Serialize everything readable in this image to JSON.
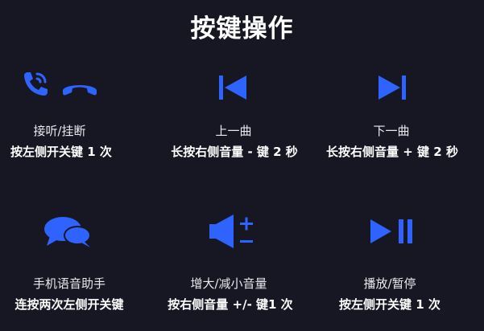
{
  "title": "按键操作",
  "accent_color": "#2F63FF",
  "background_color": "#161722",
  "items": [
    {
      "icons": [
        "phone-call-icon",
        "hang-up-icon"
      ],
      "label": "接听/挂断",
      "action": "按左侧开关键 1 次"
    },
    {
      "icons": [
        "previous-track-icon"
      ],
      "label": "上一曲",
      "action": "长按右侧音量 - 键 2 秒"
    },
    {
      "icons": [
        "next-track-icon"
      ],
      "label": "下一曲",
      "action": "长按右侧音量 + 键 2 秒"
    },
    {
      "icons": [
        "chat-bubbles-icon"
      ],
      "label": "手机语音助手",
      "action": "连按两次左侧开关键"
    },
    {
      "icons": [
        "volume-up-down-icon"
      ],
      "label": "增大/减小音量",
      "action": "按右侧音量 +/- 键1 次"
    },
    {
      "icons": [
        "play-pause-icon"
      ],
      "label": "播放/暂停",
      "action": "按左侧开关键 1 次"
    }
  ]
}
